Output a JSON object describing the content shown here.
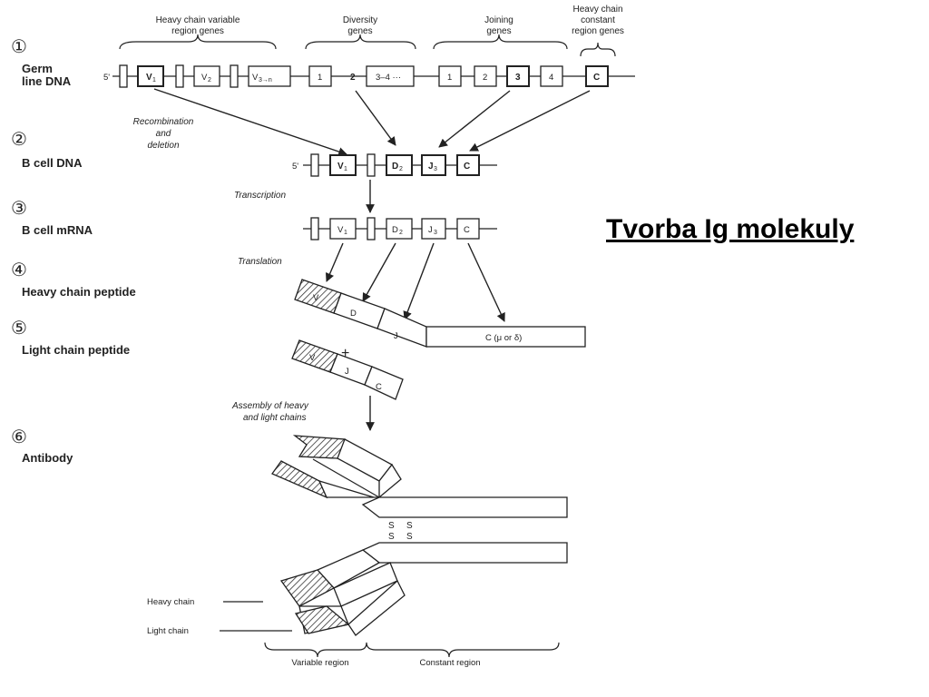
{
  "title": "Tvorba Ig molekuly",
  "headers": {
    "v_line1": "Heavy chain variable",
    "v_line2": "region genes",
    "d_line1": "Diversity",
    "d_line2": "genes",
    "j_line1": "Joining",
    "j_line2": "genes",
    "c_line1": "Heavy chain",
    "c_line2": "constant",
    "c_line3": "region genes"
  },
  "steps": [
    {
      "num": "①",
      "label_line1": "Germ",
      "label_line2": "line DNA"
    },
    {
      "num": "②",
      "label_line1": "B cell DNA"
    },
    {
      "num": "③",
      "label_line1": "B cell mRNA"
    },
    {
      "num": "④",
      "label_line1": "Heavy chain peptide"
    },
    {
      "num": "⑤",
      "label_line1": "Light chain peptide"
    },
    {
      "num": "⑥",
      "label_line1": "Antibody"
    }
  ],
  "notes": {
    "recomb1": "Recombination",
    "recomb2": "and",
    "recomb3": "deletion",
    "transcription": "Transcription",
    "translation": "Translation",
    "assembly1": "Assembly of heavy",
    "assembly2": "and light chains"
  },
  "segments": {
    "five_prime": "5'",
    "v1": "V",
    "v1_sub": "1",
    "v2": "V",
    "v2_sub": "2",
    "v3": "V",
    "v3_sub": "3→n",
    "d1": "1",
    "d2": "2",
    "d34": "3–4 ···",
    "j1": "1",
    "j2": "2",
    "j3": "3",
    "j4": "4",
    "c": "C",
    "d": "D",
    "d_sub": "2",
    "j": "J",
    "j_sub": "3"
  },
  "peptides": {
    "v": "V",
    "d": "D",
    "j": "J",
    "c_heavy": "C (μ or δ)",
    "c_light": "C",
    "plus": "+"
  },
  "antibody": {
    "ss1": "S",
    "ss2": "S",
    "heavy_chain": "Heavy chain",
    "light_chain": "Light chain",
    "variable_region": "Variable region",
    "constant_region": "Constant region"
  }
}
